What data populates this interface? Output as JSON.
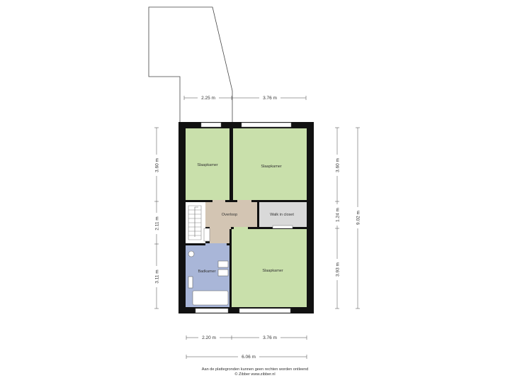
{
  "rooms": {
    "bedroom_1": "Slaapkamer",
    "bedroom_2": "Slaapkamer",
    "bedroom_3": "Slaapkamer",
    "landing": "Overloop",
    "walk_in_closet": "Walk in closet",
    "bathroom": "Badkamer"
  },
  "dimensions": {
    "top_left": "2.25 m",
    "top_right": "3.76 m",
    "bottom_left": "2.20 m",
    "bottom_right": "3.76 m",
    "bottom_total": "6.06 m",
    "left_upper": "3.60 m",
    "left_middle": "2.11 m",
    "left_lower": "3.11 m",
    "right_upper": "3.60 m",
    "right_middle": "1.24 m",
    "right_lower": "3.93 m",
    "right_total": "9.02 m"
  },
  "footer": {
    "disclaimer": "Aan de plattegronden kunnen geen rechten worden ontleend",
    "copyright": "© Zibber www.zibber.nl"
  },
  "colors": {
    "bedroom": "#c9e0ab",
    "landing": "#d3c5b3",
    "closet": "#d9d9d9",
    "bathroom": "#a9b6d8",
    "wall": "#111111"
  }
}
